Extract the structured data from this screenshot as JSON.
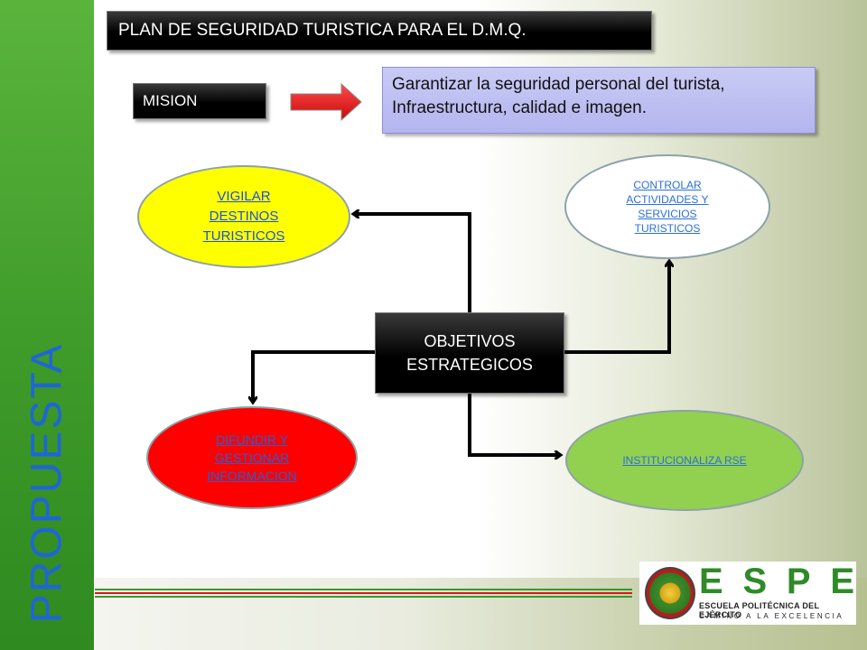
{
  "sidebar": {
    "title": "PROPUESTA"
  },
  "header": {
    "title": "PLAN DE SEGURIDAD TURISTICA  PARA EL D.M.Q."
  },
  "mision": {
    "label": "MISION",
    "text": "Garantizar la seguridad personal del turista, Infraestructura, calidad e imagen."
  },
  "center": {
    "label": "OBJETIVOS ESTRATEGICOS"
  },
  "objectives": {
    "vigilar": "VIGILAR DESTINOS TURISTICOS",
    "controlar": "CONTROLAR ACTIVIDADES Y SERVICIOS TURISTICOS",
    "difundir": "DIFUNDIR Y GESTIONAR INFORMACION",
    "institucionaliza": "INSTITUCIONALIZA RSE"
  },
  "logo": {
    "letters": [
      "E",
      "S",
      "P",
      "E"
    ],
    "line1": "ESCUELA POLITÉCNICA DEL EJÉRCITO",
    "line2": "CAMINO A LA EXCELENCIA"
  },
  "colors": {
    "sidebar": "#3e9a29",
    "mision_arrow": "#e8141c",
    "vigilar_fill": "#ffff00",
    "difundir_fill": "#ff0000",
    "institucionaliza_fill": "#92d050",
    "link_text": "#1c52d8",
    "rule_green": "#3a9a28",
    "rule_red": "#d81818"
  }
}
